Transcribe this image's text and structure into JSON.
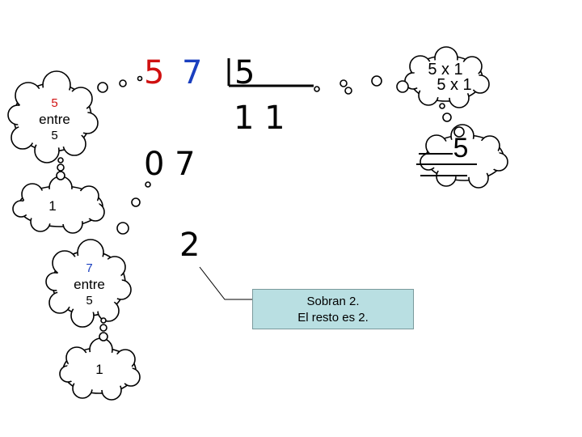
{
  "division": {
    "dividend_d1": "5",
    "dividend_d2": "7",
    "divisor": "5",
    "quotient": "1 1",
    "partial": "0 7",
    "remainder": "2"
  },
  "cloud_a": {
    "num": "5",
    "word": "entre",
    "den": "5"
  },
  "cloud_b": {
    "value": "1"
  },
  "cloud_c": {
    "num": "7",
    "word": "entre",
    "den": "5"
  },
  "cloud_d": {
    "value": "1"
  },
  "cloud_e": {
    "line1": "5 x 1",
    "line2": "5 x 1"
  },
  "cloud_f": {
    "value": "5"
  },
  "note": {
    "line1": "Sobran 2.",
    "line2": "El resto es 2."
  },
  "colors": {
    "red": "#d01010",
    "blue": "#1a3fbf",
    "note_bg": "#b9dfe2"
  }
}
